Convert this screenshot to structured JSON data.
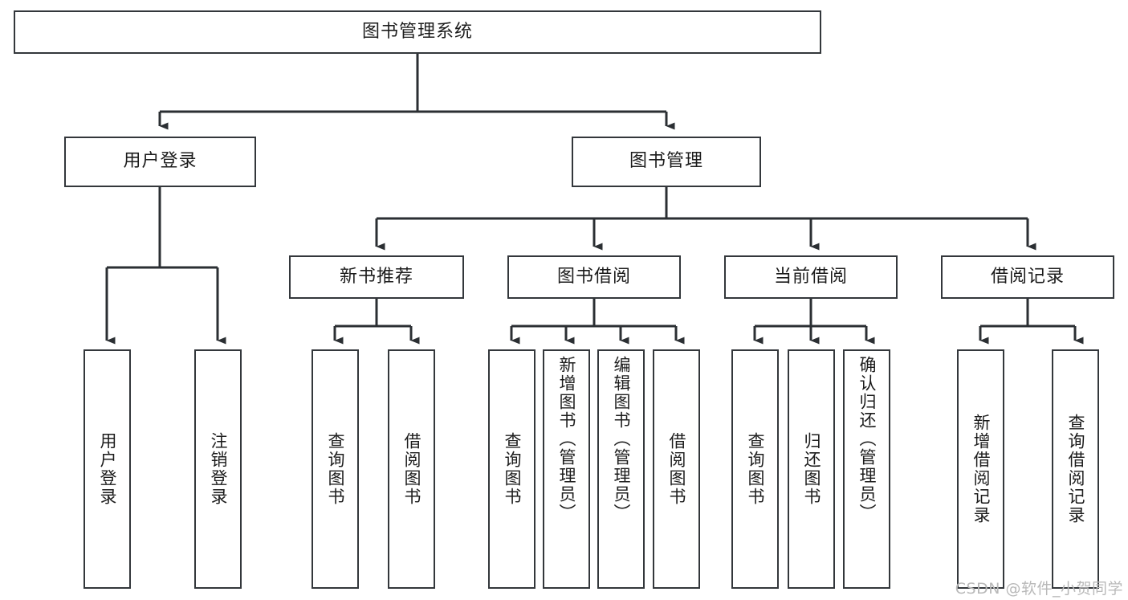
{
  "diagram": {
    "title": "图书管理系统",
    "type": "tree-hierarchy",
    "watermark": "CSDN @软件_小贺同学",
    "colors": {
      "border": "#33373b",
      "background": "#ffffff",
      "text": "#1c1c1c",
      "connector": "#2b2f33",
      "watermark": "#b9b9b9"
    },
    "levels": {
      "root": "图书管理系统",
      "level2": [
        "用户登录",
        "图书管理"
      ],
      "level3": [
        "新书推荐",
        "图书借阅",
        "当前借阅",
        "借阅记录"
      ]
    },
    "nodes": {
      "root": {
        "label": "图书管理系统"
      },
      "user_login": {
        "label": "用户登录"
      },
      "book_manage": {
        "label": "图书管理"
      },
      "new_book_rec": {
        "label": "新书推荐"
      },
      "book_borrow": {
        "label": "图书借阅"
      },
      "current_borrow": {
        "label": "当前借阅"
      },
      "borrow_record": {
        "label": "借阅记录"
      },
      "leaf_user_login": {
        "label": "用户登录"
      },
      "leaf_user_logout": {
        "label": "注销登录"
      },
      "leaf_rec_query": {
        "label": "查询图书"
      },
      "leaf_rec_borrow": {
        "label": "借阅图书"
      },
      "leaf_borrow_query": {
        "label": "查询图书"
      },
      "leaf_borrow_add": {
        "label": "新增图书（管理员）"
      },
      "leaf_borrow_edit": {
        "label": "编辑图书（管理员）"
      },
      "leaf_borrow_do": {
        "label": "借阅图书"
      },
      "leaf_cur_query": {
        "label": "查询图书"
      },
      "leaf_cur_return": {
        "label": "归还图书"
      },
      "leaf_cur_confirm": {
        "label": "确认归还（管理员）"
      },
      "leaf_rec_add": {
        "label": "新增借阅记录"
      },
      "leaf_rec_search": {
        "label": "查询借阅记录"
      }
    },
    "edges": [
      {
        "from": "root",
        "to": "用户登录"
      },
      {
        "from": "root",
        "to": "图书管理"
      },
      {
        "from": "用户登录",
        "to": "用户登录"
      },
      {
        "from": "用户登录",
        "to": "注销登录"
      },
      {
        "from": "图书管理",
        "to": "新书推荐"
      },
      {
        "from": "图书管理",
        "to": "图书借阅"
      },
      {
        "from": "图书管理",
        "to": "当前借阅"
      },
      {
        "from": "图书管理",
        "to": "借阅记录"
      },
      {
        "from": "新书推荐",
        "to": "查询图书"
      },
      {
        "from": "新书推荐",
        "to": "借阅图书"
      },
      {
        "from": "图书借阅",
        "to": "查询图书"
      },
      {
        "from": "图书借阅",
        "to": "新增图书（管理员）"
      },
      {
        "from": "图书借阅",
        "to": "编辑图书（管理员）"
      },
      {
        "from": "图书借阅",
        "to": "借阅图书"
      },
      {
        "from": "当前借阅",
        "to": "查询图书"
      },
      {
        "from": "当前借阅",
        "to": "归还图书"
      },
      {
        "from": "当前借阅",
        "to": "确认归还（管理员）"
      },
      {
        "from": "借阅记录",
        "to": "新增借阅记录"
      },
      {
        "from": "借阅记录",
        "to": "查询借阅记录"
      }
    ]
  }
}
